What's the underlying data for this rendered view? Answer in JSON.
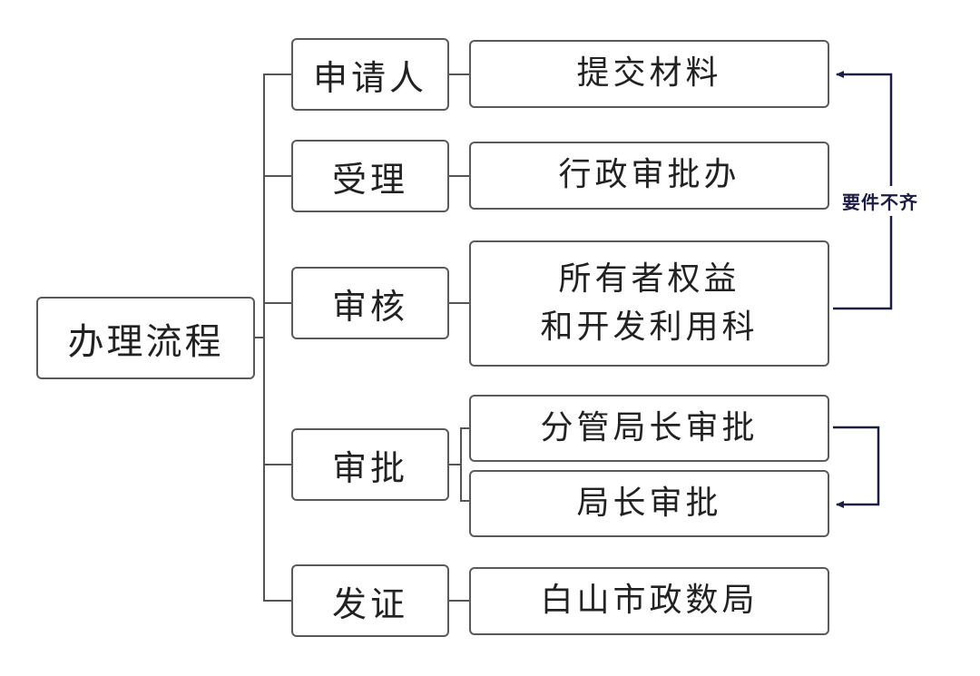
{
  "root": {
    "label": "办理流程"
  },
  "steps": [
    {
      "label": "申请人",
      "details": [
        "提交材料"
      ]
    },
    {
      "label": "受理",
      "details": [
        "行政审批办"
      ]
    },
    {
      "label": "审核",
      "details": [
        [
          "所有者权益",
          "和开发利用科"
        ]
      ]
    },
    {
      "label": "审批",
      "details": [
        "分管局长审批",
        "局长审批"
      ]
    },
    {
      "label": "发证",
      "details": [
        "白山市政数局"
      ]
    }
  ],
  "feedback": {
    "label": "要件不齐"
  },
  "colors": {
    "line": "#555555",
    "arrow": "#1c1c44",
    "border": "#5a5a5a",
    "text": "#222222"
  }
}
